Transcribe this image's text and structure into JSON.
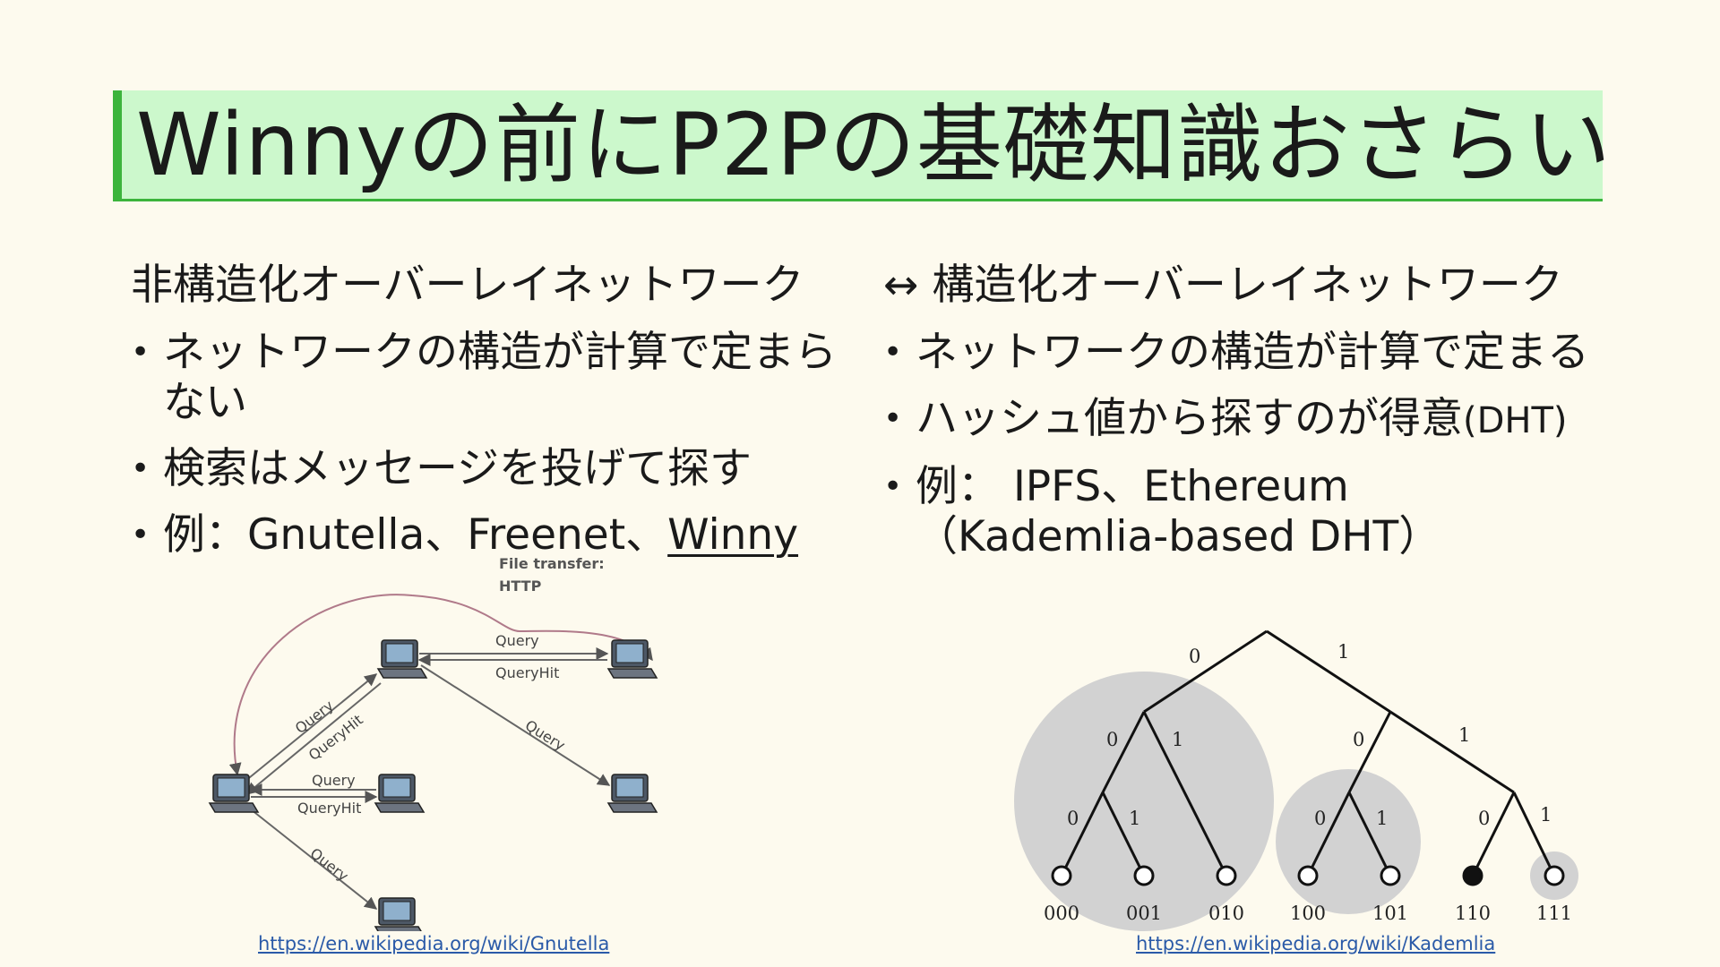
{
  "title": "Winnyの前にP2Pの基礎知識おさらい",
  "left": {
    "heading": "非構造化オーバーレイネットワーク",
    "bullets": [
      "ネットワークの構造が計算で定まらない",
      "検索はメッセージを投げて探す"
    ],
    "example_prefix": "例：Gnutella、Freenet、",
    "example_link": "Winny",
    "figure": {
      "file_transfer": "File transfer:",
      "protocol": "HTTP",
      "query": "Query",
      "queryhit": "QueryHit"
    },
    "credit": "https://en.wikipedia.org/wiki/Gnutella"
  },
  "right": {
    "heading": "↔ 構造化オーバーレイネットワーク",
    "bullets": [
      "ネットワークの構造が計算で定まる"
    ],
    "hash_main": "ハッシュ値から探すのが得意",
    "hash_small": "(DHT)",
    "example_line1": "例： IPFS、Ethereum",
    "example_line2": "（Kademlia-based DHT）",
    "figure": {
      "bit0": "0",
      "bit1": "1",
      "leaves": [
        "000",
        "001",
        "010",
        "100",
        "101",
        "110",
        "111"
      ]
    },
    "credit": "https://en.wikipedia.org/wiki/Kademlia"
  },
  "colors": {
    "title_bg": "#ccf8cc",
    "title_accent": "#3cb43c",
    "page_bg": "#fdfaee",
    "link": "#2a5aa8",
    "tree_circle": "#d2d2d2"
  }
}
